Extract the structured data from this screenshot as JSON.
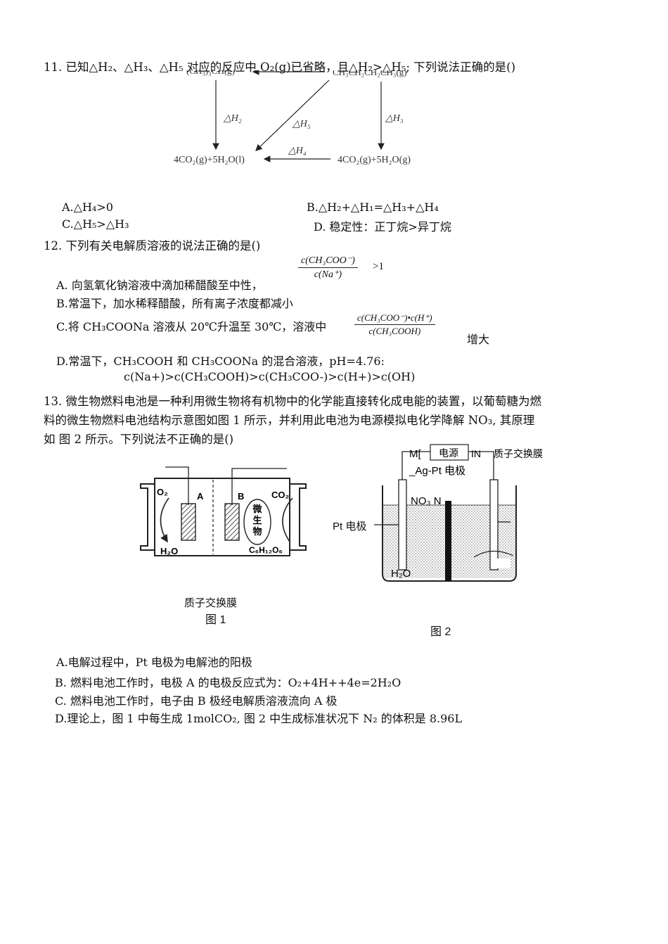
{
  "q11": {
    "stem": "11. 已知△H₂、△H₃、△H₅ 对应的反应中 O₂(g)已省略，且△H₂>△H₅; 下列说法正确的是()",
    "diagram": {
      "top_left": "(CH₃)₃CH(g)",
      "top_right": "CH₃CH₂CH₂CH₃(g)",
      "bottom_left": "4CO₂(g)+5H₂O(l)",
      "bottom_right": "4CO₂(g)+5H₂O(g)",
      "dh2": "△H₂",
      "dh3": "△H₃",
      "dh4": "△H₄",
      "dh5": "△H₅"
    },
    "optA": "A.△H₄>0",
    "optB": "B.△H₂+△H₁=△H₃+△H₄",
    "optC": "C.△H₅>△H₃",
    "optD": "D.  稳定性：正丁烷>异丁烷"
  },
  "q12": {
    "stem": "12. 下列有关电解质溶液的说法正确的是()",
    "optA": "A. 向氢氧化钠溶液中滴加稀醋酸至中性，",
    "fracA_num": "c(CH₃COO⁻)",
    "fracA_den": "c(Na⁺)",
    "fracA_tail": ">1",
    "optB": "B.常温下，加水稀释醋酸，所有离子浓度都减小",
    "optC": "C.将  CH₃COONa 溶液从 20℃升温至 30℃，溶液中",
    "fracC_num": "c(CH₃COO⁻)•c(H⁺)",
    "fracC_den": "c(CH₃COOH)",
    "optC_tail": "增大",
    "optD": "D.常温下，CH₃COOH 和  CH₃COONa 的混合溶液，pH=4.76:",
    "optD2": "c(Na+)>c(CH₃COOH)>c(CH₃COO-)>c(H+)>c(OH)"
  },
  "q13": {
    "stem1": "13. 微生物燃料电池是一种利用微生物将有机物中的化学能直接转化成电能的装置，以葡萄糖为燃",
    "stem2": "料的微生物燃料电池结构示意图如图 1 所示，并利用此电池为电源模拟电化学降解 NO₃,  其原理",
    "stem3": "如  图 2 所示。下列说法不正确的是()",
    "fig1": {
      "o2": "O₂",
      "a": "A",
      "b": "B",
      "co2": "CO₂",
      "h2o": "H₂O",
      "glucose": "C₆H₁₂O₆",
      "microbe": "微生物",
      "membrane": "质子交换膜",
      "caption": "图 1"
    },
    "fig2": {
      "m": "M[",
      "power": "电源",
      "n": "IN",
      "membrane": "质子交换膜",
      "agpt": "_Ag-Pt  电极",
      "no3": "NO₃ N",
      "pt": "Pt 电极",
      "h2o": "H₂O",
      "caption": "图 2"
    },
    "optA": "A.电解过程中，Pt  电极为电解池的阳极",
    "optB": "B. 燃料电池工作时，电极 A  的电极反应式为：O₂+4H++4e=2H₂O",
    "optC": "C. 燃料电池工作时，电子由 B  极经电解质溶液流向 A  极",
    "optD": "D.理论上，图 1 中每生成 1molCO₂,  图 2 中生成标准状况下 N₂ 的体积是 8.96L"
  }
}
